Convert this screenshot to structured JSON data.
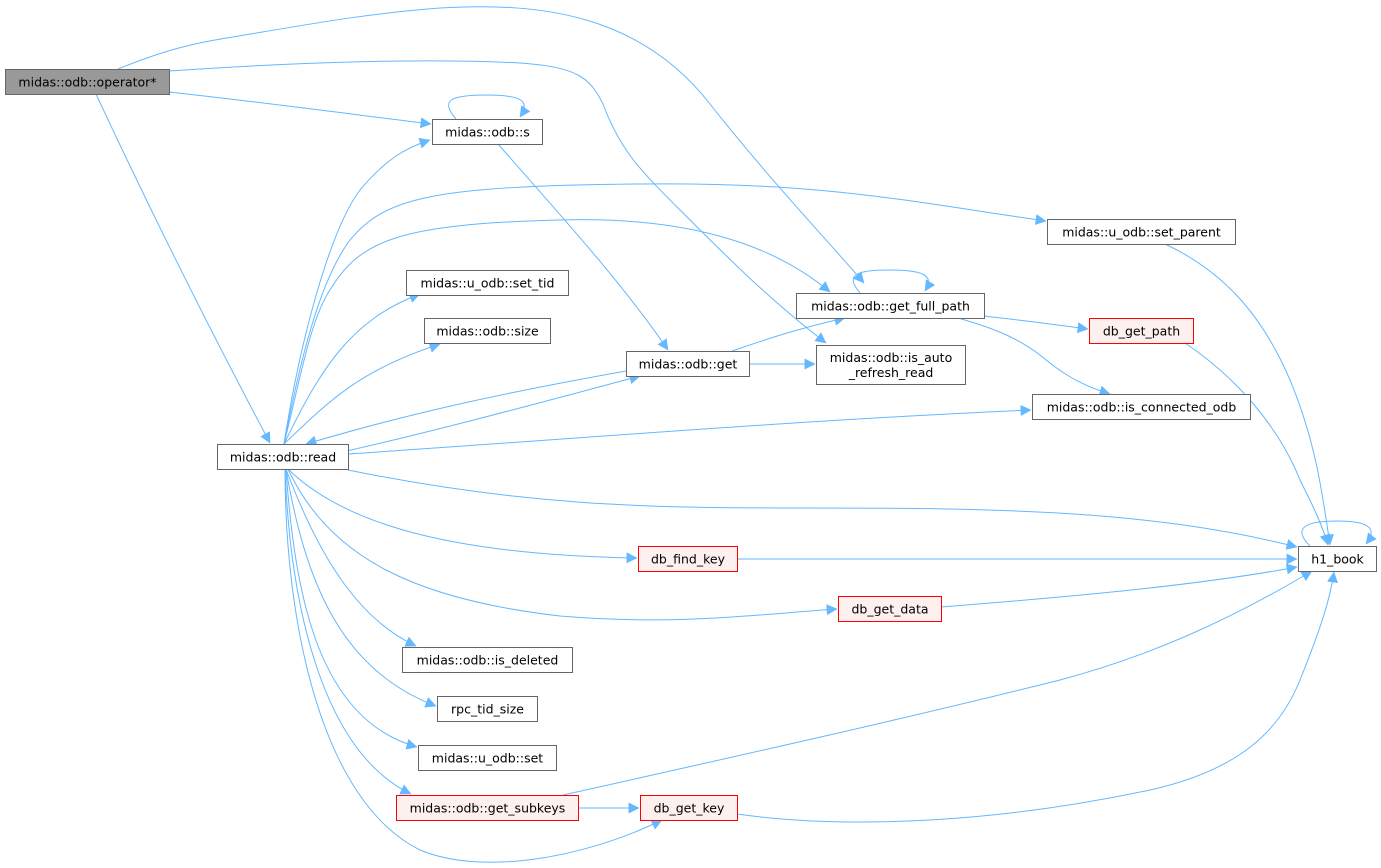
{
  "colors": {
    "edge": "#63b8ff",
    "root_fill": "#999999",
    "root_border": "#666666",
    "node_fill": "#ffffff",
    "node_border": "#666666",
    "warn_fill": "#fff0f0",
    "warn_border": "#ff0000"
  },
  "nodes": [
    {
      "id": "operator_star",
      "label": "midas::odb::operator*",
      "style": "root"
    },
    {
      "id": "odb_s",
      "label": "midas::odb::s",
      "style": "normal"
    },
    {
      "id": "odb_read",
      "label": "midas::odb::read",
      "style": "normal"
    },
    {
      "id": "set_parent",
      "label": "midas::u_odb::set_parent",
      "style": "normal"
    },
    {
      "id": "set_tid",
      "label": "midas::u_odb::set_tid",
      "style": "normal"
    },
    {
      "id": "get_full_path",
      "label": "midas::odb::get_full_path",
      "style": "normal"
    },
    {
      "id": "odb_size",
      "label": "midas::odb::size",
      "style": "normal"
    },
    {
      "id": "db_get_path",
      "label": "db_get_path",
      "style": "warn"
    },
    {
      "id": "odb_get",
      "label": "midas::odb::get",
      "style": "normal"
    },
    {
      "id": "is_auto_refresh_read",
      "label": "midas::odb::is_auto\n_refresh_read",
      "style": "normal"
    },
    {
      "id": "is_connected_odb",
      "label": "midas::odb::is_connected_odb",
      "style": "normal"
    },
    {
      "id": "h1_book",
      "label": "h1_book",
      "style": "normal"
    },
    {
      "id": "db_find_key",
      "label": "db_find_key",
      "style": "warn"
    },
    {
      "id": "db_get_data",
      "label": "db_get_data",
      "style": "warn"
    },
    {
      "id": "is_deleted",
      "label": "midas::odb::is_deleted",
      "style": "normal"
    },
    {
      "id": "rpc_tid_size",
      "label": "rpc_tid_size",
      "style": "normal"
    },
    {
      "id": "u_odb_set",
      "label": "midas::u_odb::set",
      "style": "normal"
    },
    {
      "id": "get_subkeys",
      "label": "midas::odb::get_subkeys",
      "style": "warn"
    },
    {
      "id": "db_get_key",
      "label": "db_get_key",
      "style": "warn"
    }
  ],
  "edges": [
    {
      "from": "operator_star",
      "to": "get_full_path"
    },
    {
      "from": "operator_star",
      "to": "is_auto_refresh_read"
    },
    {
      "from": "operator_star",
      "to": "odb_s"
    },
    {
      "from": "operator_star",
      "to": "odb_read"
    },
    {
      "from": "odb_s",
      "to": "odb_s"
    },
    {
      "from": "odb_s",
      "to": "odb_get"
    },
    {
      "from": "odb_read",
      "to": "odb_s"
    },
    {
      "from": "odb_read",
      "to": "set_parent"
    },
    {
      "from": "odb_read",
      "to": "get_full_path"
    },
    {
      "from": "odb_read",
      "to": "set_tid"
    },
    {
      "from": "odb_read",
      "to": "odb_size"
    },
    {
      "from": "odb_read",
      "to": "odb_get"
    },
    {
      "from": "odb_read",
      "to": "is_connected_odb"
    },
    {
      "from": "odb_read",
      "to": "h1_book"
    },
    {
      "from": "odb_read",
      "to": "db_find_key"
    },
    {
      "from": "odb_read",
      "to": "db_get_data"
    },
    {
      "from": "odb_read",
      "to": "is_deleted"
    },
    {
      "from": "odb_read",
      "to": "rpc_tid_size"
    },
    {
      "from": "odb_read",
      "to": "u_odb_set"
    },
    {
      "from": "odb_read",
      "to": "get_subkeys"
    },
    {
      "from": "odb_read",
      "to": "db_get_key"
    },
    {
      "from": "odb_get",
      "to": "odb_read"
    },
    {
      "from": "odb_get",
      "to": "get_full_path"
    },
    {
      "from": "odb_get",
      "to": "is_auto_refresh_read"
    },
    {
      "from": "get_full_path",
      "to": "get_full_path"
    },
    {
      "from": "get_full_path",
      "to": "db_get_path"
    },
    {
      "from": "get_full_path",
      "to": "is_connected_odb"
    },
    {
      "from": "set_parent",
      "to": "h1_book"
    },
    {
      "from": "db_get_path",
      "to": "h1_book"
    },
    {
      "from": "h1_book",
      "to": "h1_book"
    },
    {
      "from": "db_find_key",
      "to": "h1_book"
    },
    {
      "from": "db_get_data",
      "to": "h1_book"
    },
    {
      "from": "get_subkeys",
      "to": "h1_book"
    },
    {
      "from": "get_subkeys",
      "to": "db_get_key"
    },
    {
      "from": "db_get_key",
      "to": "h1_book"
    }
  ]
}
